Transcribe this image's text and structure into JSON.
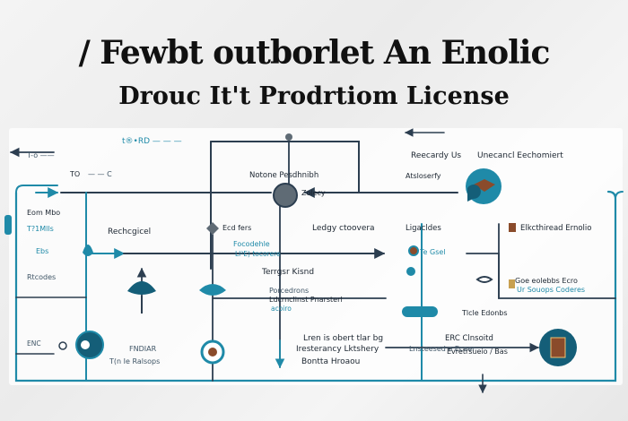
{
  "header": {
    "title_line1": "/ Fewbt outborlet An Enolic",
    "title_line2": "Drouc It't Prodrtiom License"
  },
  "nodes": {
    "n_top_left_a": "t®•RD — — —",
    "n_top_left_b": "T-o ——",
    "n_top_left_c": "TO",
    "n_top_left_d": "— — C",
    "n_center_title": "Notone Pesdhnibh",
    "n_center_sub": "Zolecy",
    "n_top_right_a": "Reecardy Us",
    "n_top_right_b": "Unecancl Eechomiert",
    "n_top_right_c": "Atsloserfy",
    "n_left_a": "Eom Mbo",
    "n_left_b": "T?1Mlls",
    "n_left_c": "Ebs",
    "n_left_d": "Rtcodes",
    "n_mid_left": "Rechcgicel",
    "n_mid_a": "Ecd fers",
    "n_mid_b": "Focodehle",
    "n_mid_c": "Ll²E) tocorere",
    "n_mid_top": "Ledgy ctoovera",
    "n_right_a": "Ligacldes",
    "n_right_b": "Te Gsel",
    "n_right_c": "Elkcthiread Ernolio",
    "n_center_lower": "Terrgsr Kisnd",
    "n_center_list_a": "Porcedrons",
    "n_center_list_b": "Ldcrnclinst Pnarsterl",
    "n_center_list_c": "acoiro",
    "n_right_list_a": "Goe eolebbs Ecro",
    "n_right_list_b": "Ur Souops Coderes",
    "n_right_list_c": "Tlcle Edonbs",
    "n_bottom_left_a": "ENC",
    "n_bottom_left_b": "T(n Ie Ralsops",
    "n_bottom_mid_a": "FNDIAR",
    "n_bottom_center_a": "Lren is obert tlar bg",
    "n_bottom_center_b": "Iresterancy Lktshery",
    "n_bottom_center_c": "Bontta Hroaou",
    "n_bottom_right_a": "ERC Clnsoitd",
    "n_bottom_right_b": "Lnsteesed e Ecaer",
    "n_bottom_right_c": "Evretrsueio / Bas"
  },
  "colors": {
    "line": "#2c3e50",
    "accent": "#1f8aa8",
    "accent_dark": "#145e78",
    "brown": "#8a4b2b",
    "grey_node": "#5f6b75"
  },
  "icons": [
    "gear-icon",
    "bird-icon",
    "book-icon",
    "person-icon",
    "box-icon",
    "lamp-icon",
    "scroll-icon",
    "chat-icon",
    "key-icon",
    "flask-icon",
    "arrow-icon"
  ]
}
